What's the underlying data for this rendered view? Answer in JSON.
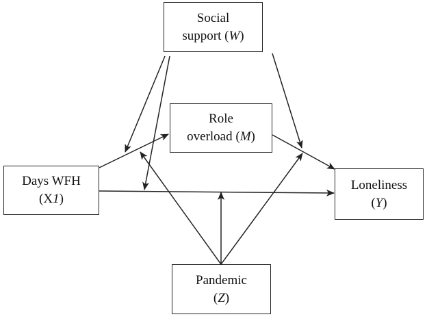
{
  "nodes": {
    "social_support": {
      "line1": "Social",
      "line2_text": "support (",
      "line2_var": "W",
      "line2_close": ")"
    },
    "role_overload": {
      "line1": "Role",
      "line2_text": "overload (",
      "line2_var": "M",
      "line2_close": ")"
    },
    "days_wfh": {
      "line1": "Days WFH",
      "line2_text": "(X",
      "line2_var": "1",
      "line2_close": ")"
    },
    "loneliness": {
      "line1": "Loneliness",
      "line2_text": "(",
      "line2_var": "Y",
      "line2_close": ")"
    },
    "pandemic": {
      "line1": "Pandemic",
      "line2_text": "(",
      "line2_var": "Z",
      "line2_close": ")"
    }
  },
  "edges": [
    {
      "from": "days_wfh",
      "to": "role_overload"
    },
    {
      "from": "role_overload",
      "to": "loneliness"
    },
    {
      "from": "days_wfh",
      "to": "loneliness"
    },
    {
      "from": "social_support",
      "to": "days_wfh → role_overload path"
    },
    {
      "from": "social_support",
      "to": "days_wfh → loneliness path"
    },
    {
      "from": "social_support",
      "to": "role_overload → loneliness path"
    },
    {
      "from": "pandemic",
      "to": "days_wfh → role_overload path"
    },
    {
      "from": "pandemic",
      "to": "days_wfh → loneliness path"
    },
    {
      "from": "pandemic",
      "to": "role_overload → loneliness path"
    }
  ]
}
